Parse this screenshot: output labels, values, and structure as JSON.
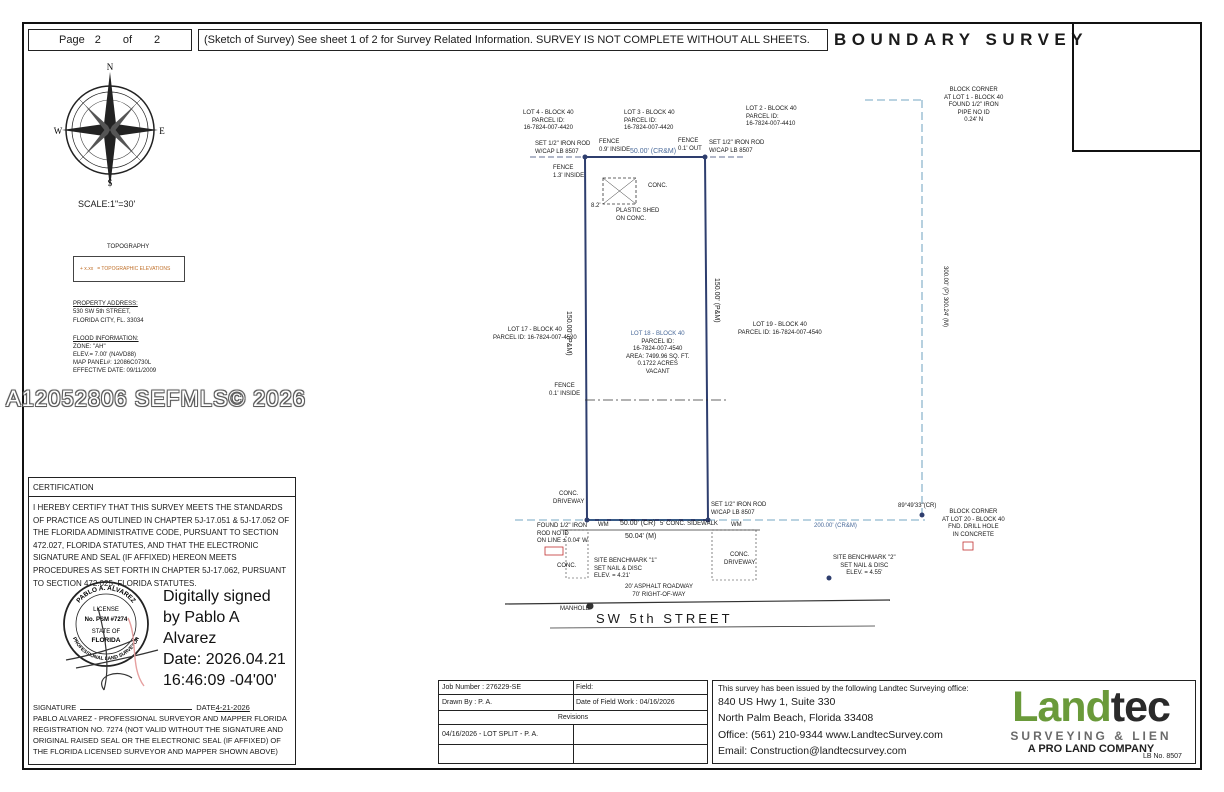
{
  "header": {
    "page_label": "Page",
    "page_num": "2",
    "of_label": "of",
    "page_total": "2",
    "sketch_note": "(Sketch of Survey) See sheet 1 of 2 for Survey Related Information. SURVEY IS NOT COMPLETE WITHOUT ALL SHEETS.",
    "title": "BOUNDARY SURVEY"
  },
  "compass": {
    "scale": "SCALE:1\"=30'",
    "n": "N",
    "s": "S",
    "e": "E",
    "w": "W"
  },
  "legend": {
    "title": "TOPOGRAPHY",
    "sample": "+ x.xx",
    "item": "= TOPOGRAPHIC ELEVATIONS"
  },
  "property": {
    "label": "PROPERTY ADDRESS:",
    "line1": "530 SW 5th STREET,",
    "line2": "FLORIDA CITY, FL. 33034"
  },
  "flood": {
    "label": "FLOOD INFORMATION:",
    "zone": "ZONE: \"AH\"",
    "elev": "ELEV.= 7.00' (NAVD88)",
    "map": "MAP PANEL#: 12086C0730L",
    "date": "EFFECTIVE DATE: 09/11/2009"
  },
  "watermark": "A12052806  SEFMLS© 2026",
  "sketch": {
    "lot4": [
      "LOT 4 - BLOCK 40",
      "PARCEL ID:",
      "16-7824-007-4420"
    ],
    "lot3": [
      "LOT 3 - BLOCK 40",
      "PARCEL ID:",
      "16-7824-007-4420"
    ],
    "lot2": [
      "LOT 2 - BLOCK 40",
      "PARCEL ID:",
      "16-7824-007-4410"
    ],
    "block_corner_top": [
      "BLOCK CORNER",
      "AT LOT 1 - BLOCK 40",
      "FOUND 1/2\" IRON",
      "PIPE NO ID",
      "0.24' N"
    ],
    "set_rod_left": [
      "SET 1/2\" IRON ROD",
      "W/CAP LB 8507"
    ],
    "fence_09": [
      "FENCE",
      "0.9' INSIDE"
    ],
    "top_dim": "50.00' (CR&M)",
    "fence_01_out": [
      "FENCE",
      "0.1' OUT"
    ],
    "set_rod_right": [
      "SET 1/2\" IRON ROD",
      "W/CAP LB 8507"
    ],
    "fence_13": [
      "FENCE",
      "1.3' INSIDE"
    ],
    "conc": "CONC.",
    "shed_dim": "8.2'",
    "shed": [
      "PLASTIC SHED",
      "ON CONC."
    ],
    "lot17": [
      "LOT 17 - BLOCK 40",
      "PARCEL ID: 16-7824-007-4520"
    ],
    "left_dim": "150.00' (P&M)",
    "lot18": [
      "LOT 18 - BLOCK 40",
      "PARCEL ID:",
      "16-7824-007-4540",
      "AREA: 7499.96 SQ. FT.",
      "0.1722 ACRES",
      "VACANT"
    ],
    "right_dim": "150.00' (P&M)",
    "lot19": [
      "LOT 19 - BLOCK 40",
      "PARCEL ID: 16-7824-007-4540"
    ],
    "far_dim": "300.00' (P) 300.24' (M)",
    "fence_01_in": [
      "FENCE",
      "0.1' INSIDE"
    ],
    "conc_driveway_l": [
      "CONC.",
      "DRIVEWAY"
    ],
    "set_rod_bottom": [
      "SET 1/2\" IRON ROD",
      "W/CAP LB 8507"
    ],
    "angle": "89°49'33\"(CR)",
    "block_corner_bottom": [
      "BLOCK CORNER",
      "AT LOT 20 - BLOCK 40",
      "FND. DRILL HOLE",
      "IN CONCRETE"
    ],
    "found_rod": [
      "FOUND 1/2\" IRON",
      "ROD NO ID",
      "ON LINE ± 0.04' W"
    ],
    "wm": "WM",
    "bot_dim_cr": "50.00' (CR)",
    "sidewalk": "5' CONC. SIDEWALK",
    "bot_dim_m": "50.04' (M)",
    "dim_200": "200.00' (CR&M)",
    "conc_driveway_r": [
      "CONC.",
      "DRIVEWAY"
    ],
    "benchmark1": [
      "SITE BENCHMARK \"1\"",
      "SET NAIL & DISC",
      "ELEV. = 4.21'"
    ],
    "benchmark2": [
      "SITE BENCHMARK \"2\"",
      "SET NAIL & DISC",
      "ELEV. = 4.55'"
    ],
    "roadway": [
      "20' ASPHALT ROADWAY",
      "70' RIGHT-OF-WAY"
    ],
    "manhole": "MANHOLE",
    "conc_small": "CONC.",
    "street": "SW 5th STREET"
  },
  "certification": {
    "title": "CERTIFICATION",
    "text": "I HEREBY CERTIFY THAT THIS SURVEY MEETS THE STANDARDS OF PRACTICE AS OUTLINED IN CHAPTER 5J-17.051 & 5J-17.052 OF THE FLORIDA ADMINISTRATIVE CODE, PURSUANT TO SECTION 472.027, FLORIDA STATUTES, AND THAT THE ELECTRONIC SIGNATURE AND SEAL (IF AFFIXED) HEREON MEETS PROCEDURES AS SET FORTH IN CHAPTER 5J-17.062, PURSUANT TO SECTION 472.025, FLORIDA STATUTES.",
    "seal_top": "PABLO A. ALVAREZ",
    "seal_license": "LICENSE",
    "seal_no": "No. PSM #7274",
    "seal_state": "STATE OF",
    "seal_florida": "FLORIDA",
    "seal_bottom": "PROFESSIONAL LAND SURVEYOR",
    "digital_1": "Digitally signed",
    "digital_2": "by Pablo A",
    "digital_3": "Alvarez",
    "digital_4": "Date: 2026.04.21",
    "digital_5": "16:46:09 -04'00'",
    "signature_label": "SIGNATURE",
    "date_label": "DATE",
    "date_value": "4-21-2026",
    "footer": "PABLO ALVAREZ - PROFESSIONAL SURVEYOR AND MAPPER FLORIDA REGISTRATION NO. 7274 (NOT VALID WITHOUT THE SIGNATURE AND ORIGINAL RAISED SEAL OR THE ELECTRONIC SEAL (IF AFFIXED) OF THE FLORIDA LICENSED SURVEYOR AND MAPPER SHOWN ABOVE)"
  },
  "job": {
    "job_number": "Job Number : 276229-SE",
    "field": "Field:",
    "drawn_by": "Drawn By : P. A.",
    "field_work": "Date of Field Work : 04/16/2026",
    "revisions": "Revisions",
    "rev1": "04/16/2026 - LOT SPLIT - P. A."
  },
  "company": {
    "issued": "This survey has been issued by the following Landtec Surveying office:",
    "addr1": "840 US Hwy 1, Suite 330",
    "addr2": "North Palm Beach, Florida 33408",
    "office": "Office: (561) 210-9344  www.LandtecSurvey.com",
    "email": "Email: Construction@landtecsurvey.com",
    "lb": "LB No. 8507",
    "logo_land": "Land",
    "logo_tec": "tec",
    "logo_sub": "SURVEYING & LIEN",
    "logo_tag": "A PRO LAND COMPANY",
    "green": "#6a9a3a"
  }
}
